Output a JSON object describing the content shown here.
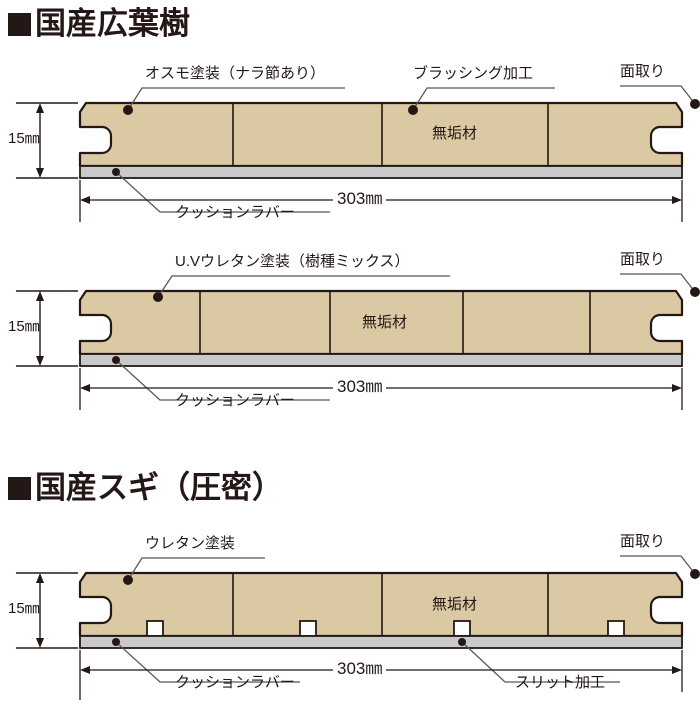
{
  "page": {
    "title": "床材断面仕様図",
    "background": "#ffffff",
    "colors": {
      "wood_fill": "#dbc9a3",
      "wood_outline": "#231815",
      "cushion_fill": "#c9c9c9",
      "cushion_outline": "#231815",
      "text": "#231815",
      "leader_line": "#595757",
      "slit_fill": "#ffffff"
    }
  },
  "sections": [
    {
      "id": "hardwood",
      "heading": "国産広葉樹",
      "boards": [
        {
          "id": "osmo",
          "thickness_label": "15㎜",
          "width_label": "303㎜",
          "core_label": "無垢材",
          "segments": 4,
          "callouts": [
            {
              "name": "finish-left",
              "text": "オスモ塗装（ナラ節あり）"
            },
            {
              "name": "finish-right",
              "text": "ブラッシング加工"
            },
            {
              "name": "chamfer",
              "text": "面取り"
            },
            {
              "name": "cushion",
              "text": "クッションラバー"
            }
          ]
        },
        {
          "id": "uv-urethane",
          "thickness_label": "15㎜",
          "width_label": "303㎜",
          "core_label": "無垢材",
          "segments": 5,
          "callouts": [
            {
              "name": "finish",
              "text": "U.Vウレタン塗装（樹種ミックス）"
            },
            {
              "name": "chamfer",
              "text": "面取り"
            },
            {
              "name": "cushion",
              "text": "クッションラバー"
            }
          ]
        }
      ]
    },
    {
      "id": "cedar",
      "heading": "国産スギ（圧密）",
      "boards": [
        {
          "id": "cedar-board",
          "thickness_label": "15㎜",
          "width_label": "303㎜",
          "core_label": "無垢材",
          "segments": 4,
          "slits": 4,
          "callouts": [
            {
              "name": "finish",
              "text": "ウレタン塗装"
            },
            {
              "name": "chamfer",
              "text": "面取り"
            },
            {
              "name": "cushion",
              "text": "クッションラバー"
            },
            {
              "name": "slit",
              "text": "スリット加工"
            }
          ]
        }
      ]
    }
  ]
}
